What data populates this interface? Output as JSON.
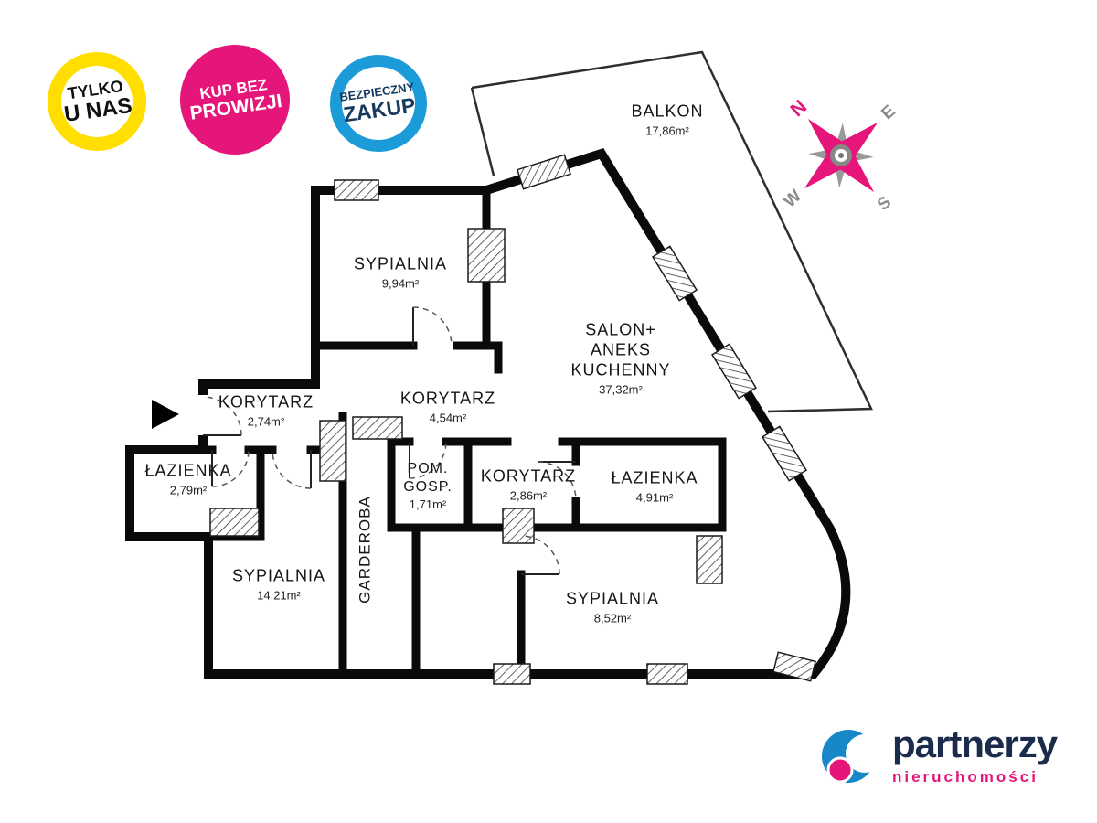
{
  "badges": [
    {
      "id": "tylko-u-nas",
      "line1": "TYLKO",
      "line2": "U NAS",
      "color": "#FFDE00",
      "text_color": "#101010",
      "style": "ring"
    },
    {
      "id": "kup-bez-prowizji",
      "line1": "KUP BEZ",
      "line2": "PROWIZJI",
      "color": "#E5157A",
      "text_color": "#FFFFFF",
      "style": "filled"
    },
    {
      "id": "bezpieczny-zakup",
      "line1": "BEZPIECZNY",
      "line2": "ZAKUP",
      "color": "#1B9CD8",
      "text_color": "#16395F",
      "style": "ring"
    }
  ],
  "compass": {
    "labels": {
      "n": "N",
      "e": "E",
      "s": "S",
      "w": "W"
    },
    "primary_color": "#E5157A",
    "secondary_color": "#8C8C8C"
  },
  "floor_plan": {
    "wall_color": "#0A0A0A",
    "entrance_icon": "triangle-right-arrow",
    "rooms": [
      {
        "id": "balkon",
        "name": "BALKON",
        "area": "17,86m²"
      },
      {
        "id": "sypialnia-top",
        "name": "SYPIALNIA",
        "area": "9,94m²"
      },
      {
        "id": "salon",
        "name": "SALON+\nANEKS\nKUCHENNY",
        "area": "37,32m²"
      },
      {
        "id": "korytarz-entry",
        "name": "KORYTARZ",
        "area": "2,74m²"
      },
      {
        "id": "korytarz-mid",
        "name": "KORYTARZ",
        "area": "4,54m²"
      },
      {
        "id": "lazienka-small",
        "name": "ŁAZIENKA",
        "area": "2,79m²"
      },
      {
        "id": "pom-gosp",
        "name": "POM.\nGOSP.",
        "area": "1,71m²"
      },
      {
        "id": "korytarz-small",
        "name": "KORYTARZ",
        "area": "2,86m²"
      },
      {
        "id": "lazienka-big",
        "name": "ŁAZIENKA",
        "area": "4,91m²"
      },
      {
        "id": "sypialnia-left",
        "name": "SYPIALNIA",
        "area": "14,21m²"
      },
      {
        "id": "garderoba",
        "name": "GARDEROBA",
        "area": ""
      },
      {
        "id": "sypialnia-right",
        "name": "SYPIALNIA",
        "area": "8,52m²"
      }
    ]
  },
  "logo": {
    "name": "partnerzy",
    "subtitle": "nieruchomości",
    "name_color": "#1B2B4B",
    "subtitle_color": "#E5157A",
    "icon_blue": "#1787C8",
    "icon_pink": "#E5157A"
  }
}
